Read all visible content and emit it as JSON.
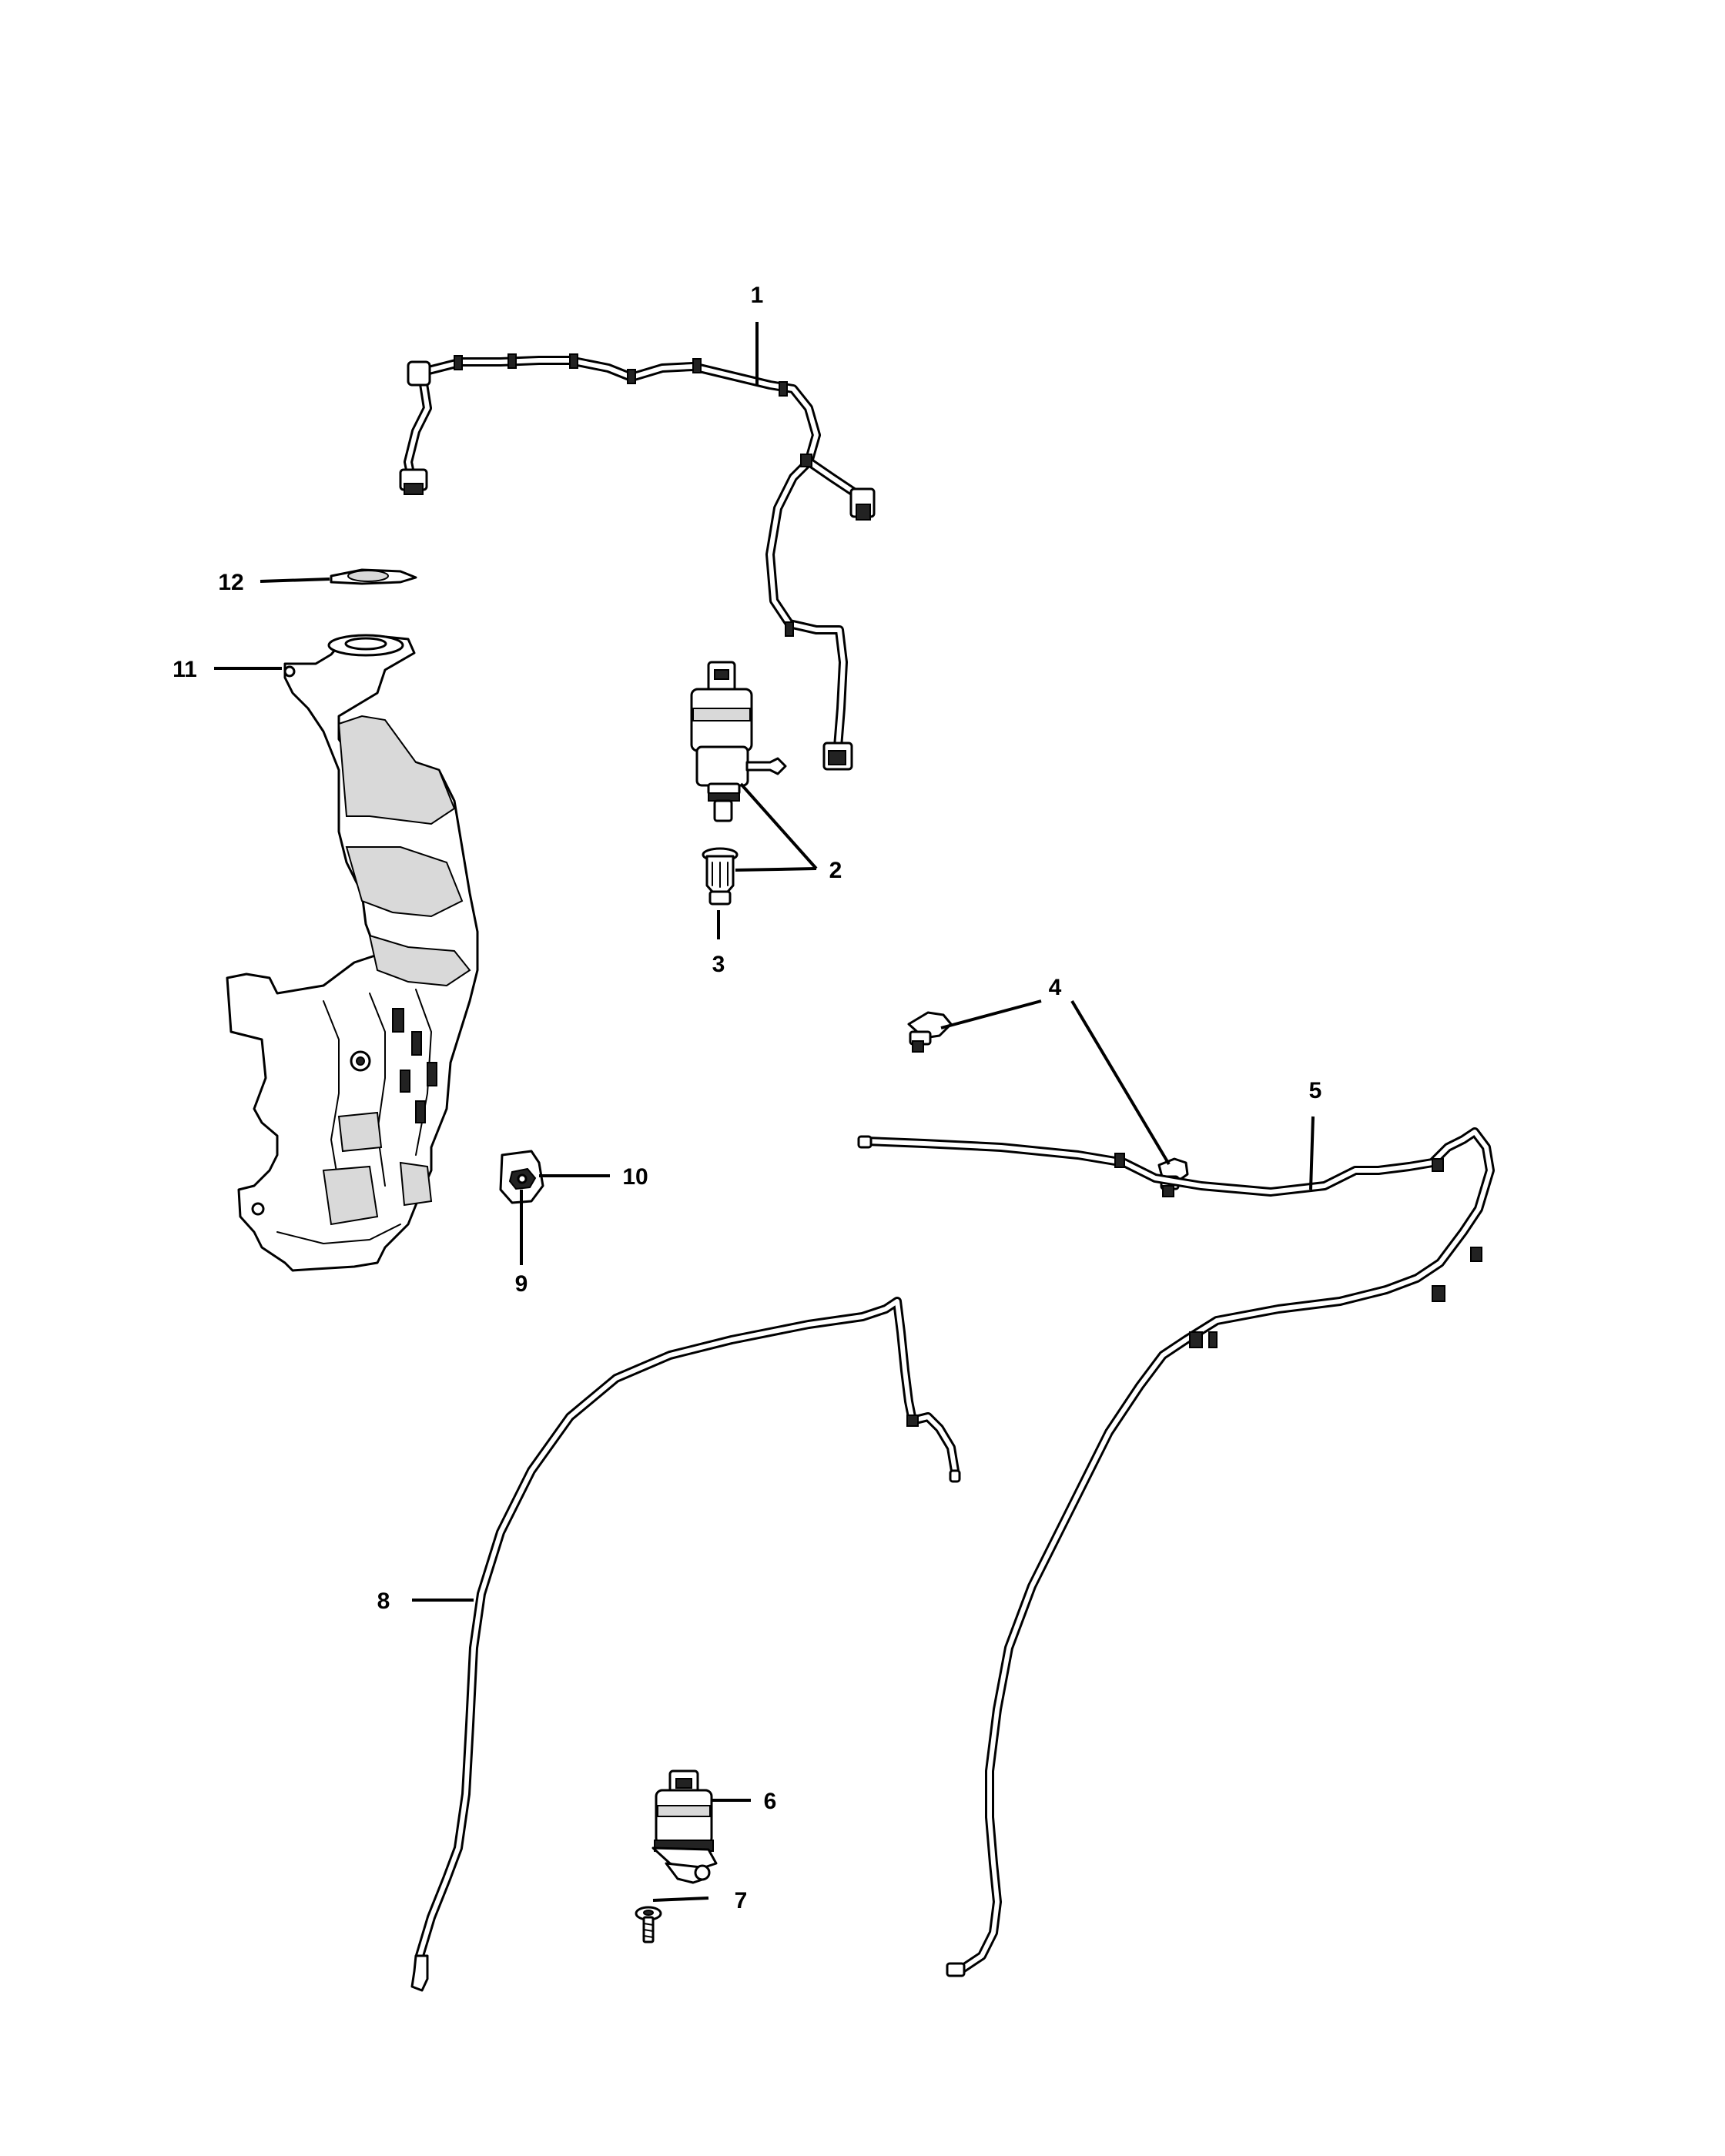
{
  "callouts": [
    {
      "id": "1",
      "label": "1"
    },
    {
      "id": "2",
      "label": "2"
    },
    {
      "id": "3",
      "label": "3"
    },
    {
      "id": "4",
      "label": "4"
    },
    {
      "id": "5",
      "label": "5"
    },
    {
      "id": "6",
      "label": "6"
    },
    {
      "id": "7",
      "label": "7"
    },
    {
      "id": "8",
      "label": "8"
    },
    {
      "id": "9",
      "label": "9"
    },
    {
      "id": "10",
      "label": "10"
    },
    {
      "id": "11",
      "label": "11"
    },
    {
      "id": "12",
      "label": "12"
    }
  ],
  "colors": {
    "ink": "#000000",
    "paper": "#ffffff",
    "shade": "#d9d9d9"
  }
}
